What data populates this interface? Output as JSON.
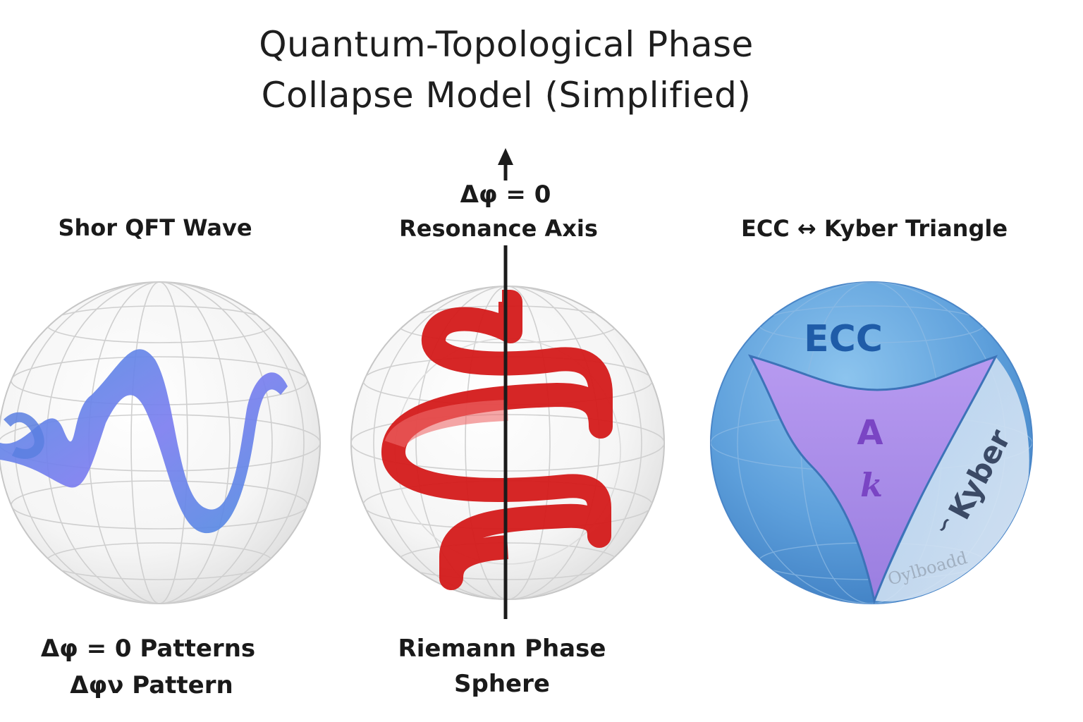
{
  "title": {
    "line1": "Quantum-Topological Phase",
    "line2": "Collapse Model (Simplified)"
  },
  "left_panel": {
    "heading": "Shor QFT Wave",
    "caption_line1": "Δφ = 0 Patterns",
    "caption_line2": "Δφν Pattern",
    "wave_color": "#5b7fe0"
  },
  "center_panel": {
    "axis_label_top": "Δφ = 0",
    "axis_label": "Resonance Axis",
    "caption_line1": "Riemann Phase",
    "caption_line2": "Sphere",
    "helix_color": "#d81e1e"
  },
  "right_panel": {
    "heading": "ECC ↔ Kyber Triangle",
    "ecc_label": "ECC",
    "center_label_1": "A",
    "center_label_2": "k",
    "kyber_label": "Kyber",
    "kyber_symbol": "∽",
    "faint_label": "Oylboadd",
    "sphere_color": "#5aa0dc",
    "triangle_color": "#a88be6"
  },
  "icons": [
    "up-arrow-icon"
  ]
}
